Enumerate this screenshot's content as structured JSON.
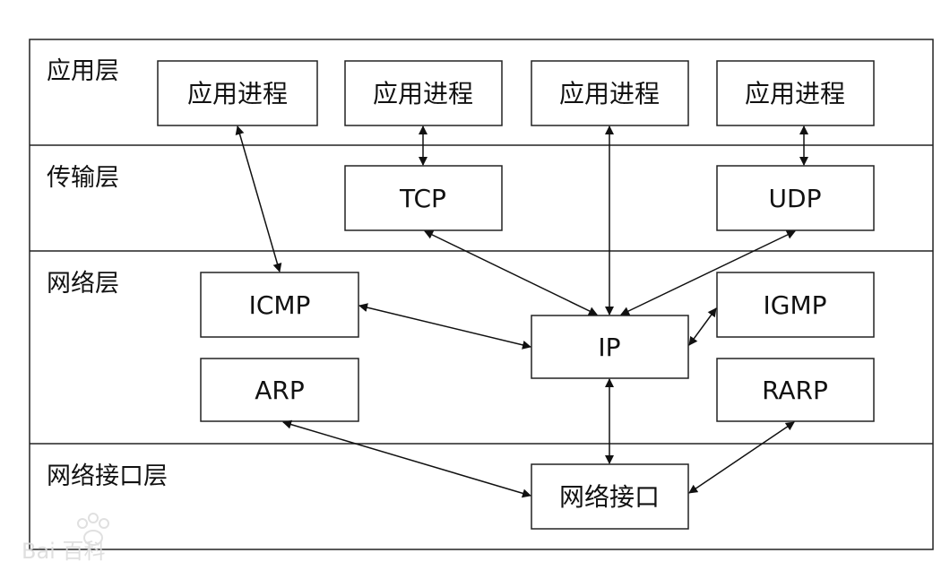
{
  "layers": {
    "application": "应用层",
    "transport": "传输层",
    "network": "网络层",
    "link": "网络接口层"
  },
  "boxes": {
    "app1": "应用进程",
    "app2": "应用进程",
    "app3": "应用进程",
    "app4": "应用进程",
    "tcp": "TCP",
    "udp": "UDP",
    "icmp": "ICMP",
    "igmp": "IGMP",
    "ip": "IP",
    "arp": "ARP",
    "rarp": "RARP",
    "netif": "网络接口"
  },
  "watermark": {
    "text": "Bai 百科"
  }
}
